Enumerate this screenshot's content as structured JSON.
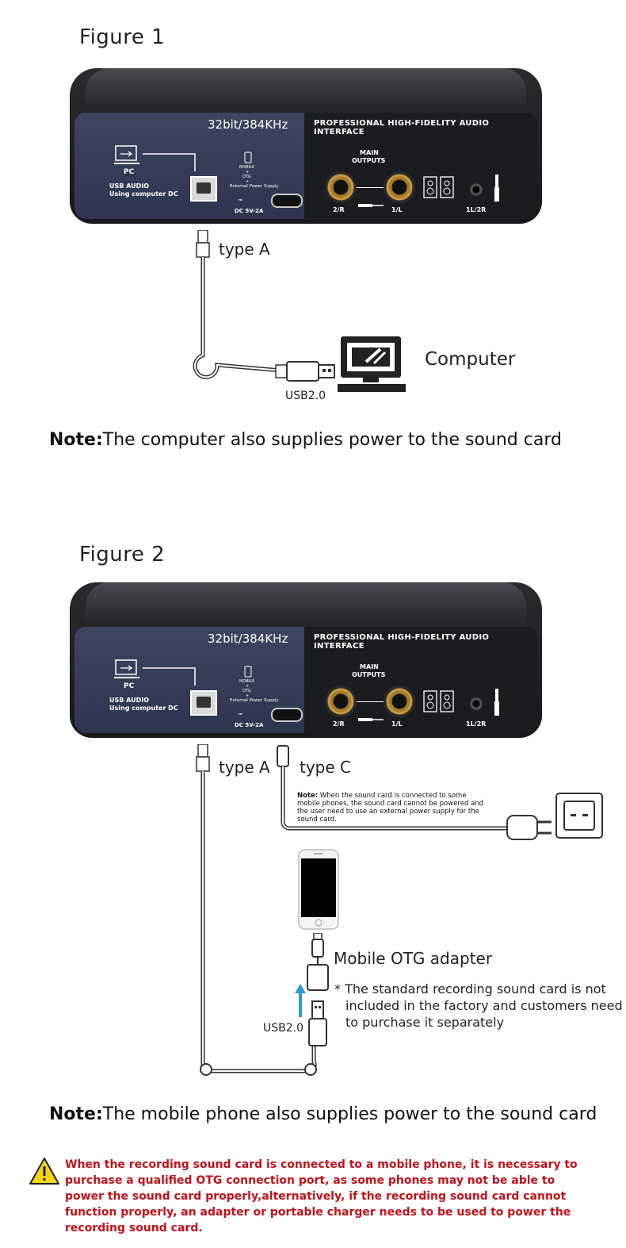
{
  "figure1": {
    "title": "Figure 1",
    "device": {
      "spec": "32bit/384KHz",
      "panel_title": "PROFESSIONAL HIGH-FIDELITY AUDIO INTERFACE",
      "pc_label": "PC",
      "usb_audio": "USB AUDIO",
      "using_dc": "Using computer DC",
      "mobile": "MOBILE",
      "plus1": "+",
      "otg": "OTG",
      "plus2": "+",
      "ext_power": "External Power Supply",
      "dc": "DC 5V-2A",
      "main_outputs_1": "MAIN",
      "main_outputs_2": "OUTPUTS",
      "out_2r": "2/R",
      "out_1l": "1/L",
      "out_phones": "1L/2R"
    },
    "type_a": "type A",
    "usb": "USB2.0",
    "computer": "Computer",
    "note_bold": "Note:",
    "note_text": "The computer also supplies power to the sound card"
  },
  "figure2": {
    "title": "Figure 2",
    "device": {
      "spec": "32bit/384KHz",
      "panel_title": "PROFESSIONAL HIGH-FIDELITY AUDIO INTERFACE",
      "pc_label": "PC",
      "usb_audio": "USB AUDIO",
      "using_dc": "Using computer DC",
      "mobile": "MOBILE",
      "plus1": "+",
      "otg": "OTG",
      "plus2": "+",
      "ext_power": "External Power Supply",
      "dc": "DC 5V-2A",
      "main_outputs_1": "MAIN",
      "main_outputs_2": "OUTPUTS",
      "out_2r": "2/R",
      "out_1l": "1/L",
      "out_phones": "1L/2R"
    },
    "type_a": "type A",
    "type_c": "type C",
    "small_note_bold": "Note:",
    "small_note_l1": " When the sound card is connected to some",
    "small_note_l2": "mobile phones, the sound card cannot be powered and",
    "small_note_l3": "the user need to use an external power supply for the",
    "small_note_l4": "sound card.",
    "otg_adapter": "Mobile OTG adapter",
    "otg_note_l1": "* The standard recording sound card is not",
    "otg_note_l2": "included in the factory and customers need",
    "otg_note_l3": "to purchase it separately",
    "usb": "USB2.0",
    "note_bold": "Note:",
    "note_text": "The mobile phone also supplies power to the sound card"
  },
  "warning": {
    "icon": "warning-triangle-icon",
    "line1": "When the recording sound card is connected to a mobile phone, it is necessary to",
    "line2": "purchase a qualified OTG connection port, as some phones may not be able to",
    "line3": "power the sound card properly,alternatively, if the recording sound card cannot",
    "line4": "function properly, an adapter or portable charger needs to be used to power the",
    "line5": "recording sound card.",
    "color": "#c0121a"
  }
}
